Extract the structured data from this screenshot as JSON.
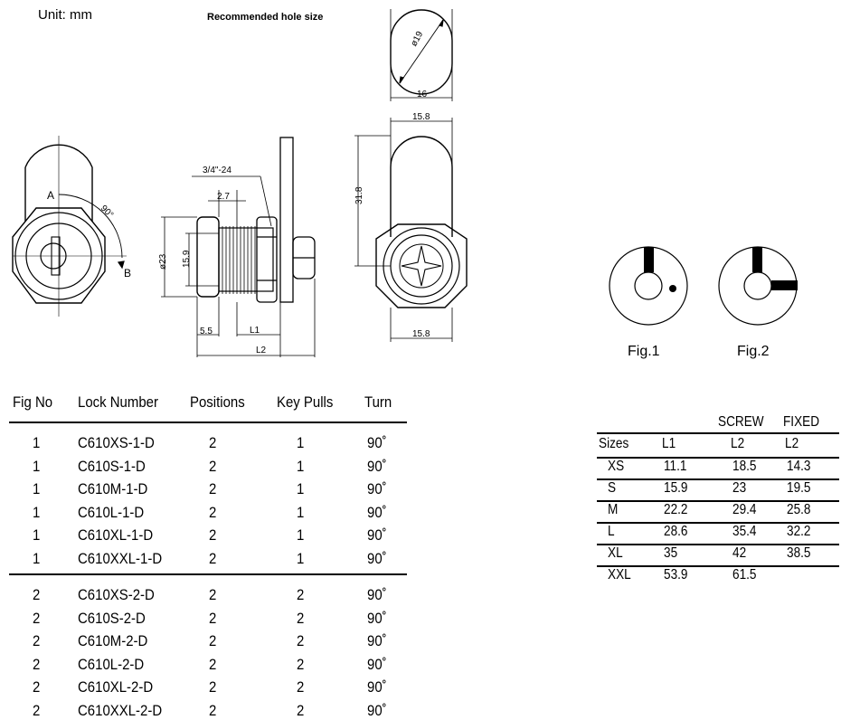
{
  "header": {
    "unit": "Unit:  mm",
    "recommended": "Recommended hole size"
  },
  "dimensions": {
    "hole_diameter": "ø19",
    "hole_width": "16",
    "thread": "3/4\"-24",
    "d27": "2.7",
    "d23": "ø23",
    "d159": "15.9",
    "d55": "5.5",
    "L1": "L1",
    "L2": "L2",
    "w158_top": "15.8",
    "w158_bottom": "15.8",
    "h318": "31.8",
    "label_a": "A",
    "label_b": "B",
    "angle": "90°"
  },
  "figures": {
    "fig1": "Fig.1",
    "fig2": "Fig.2"
  },
  "lock_table": {
    "headers": [
      "Fig No",
      "Lock Number",
      "Positions",
      "Key Pulls",
      "Turn"
    ],
    "group1": [
      [
        "1",
        "C610XS-1-D",
        "2",
        "1",
        "90˚"
      ],
      [
        "1",
        "C610S-1-D",
        "2",
        "1",
        "90˚"
      ],
      [
        "1",
        "C610M-1-D",
        "2",
        "1",
        "90˚"
      ],
      [
        "1",
        "C610L-1-D",
        "2",
        "1",
        "90˚"
      ],
      [
        "1",
        "C610XL-1-D",
        "2",
        "1",
        "90˚"
      ],
      [
        "1",
        "C610XXL-1-D",
        "2",
        "1",
        "90˚"
      ]
    ],
    "group2": [
      [
        "2",
        "C610XS-2-D",
        "2",
        "2",
        "90˚"
      ],
      [
        "2",
        "C610S-2-D",
        "2",
        "2",
        "90˚"
      ],
      [
        "2",
        "C610M-2-D",
        "2",
        "2",
        "90˚"
      ],
      [
        "2",
        "C610L-2-D",
        "2",
        "2",
        "90˚"
      ],
      [
        "2",
        "C610XL-2-D",
        "2",
        "2",
        "90˚"
      ],
      [
        "2",
        "C610XXL-2-D",
        "2",
        "2",
        "90˚"
      ]
    ]
  },
  "size_table": {
    "top_headers": [
      "SCREW",
      "FIXED"
    ],
    "headers": [
      "Sizes",
      "L1",
      "L2",
      "L2"
    ],
    "rows": [
      [
        "XS",
        "11.1",
        "18.5",
        "14.3"
      ],
      [
        "S",
        "15.9",
        "23",
        "19.5"
      ],
      [
        "M",
        "22.2",
        "29.4",
        "25.8"
      ],
      [
        "L",
        "28.6",
        "35.4",
        "32.2"
      ],
      [
        "XL",
        "35",
        "42",
        "38.5"
      ],
      [
        "XXL",
        "53.9",
        "61.5",
        ""
      ]
    ]
  }
}
